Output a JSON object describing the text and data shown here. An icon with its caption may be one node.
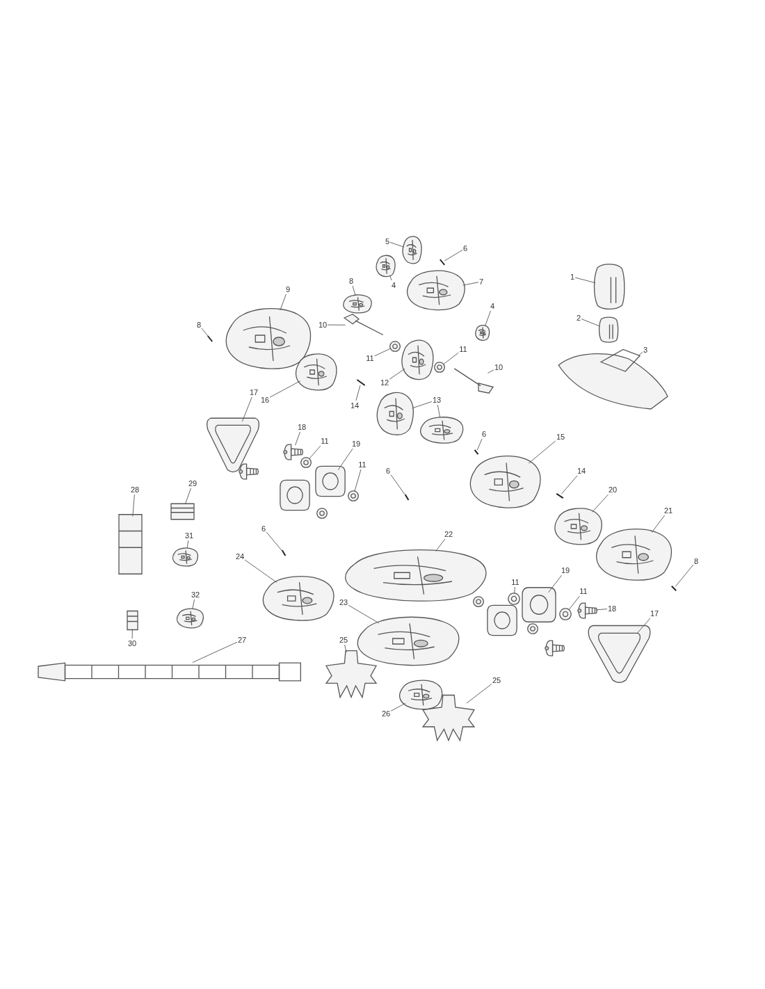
{
  "diagram": {
    "nodes": [
      {
        "text": [
          "5"
        ]
      },
      {
        "text": [],
        "shape": "picture"
      },
      {
        "text": [
          "6"
        ]
      },
      {
        "text": [],
        "shape": "picture"
      },
      {
        "text": [
          "4"
        ]
      },
      {
        "text": [],
        "shape": "picture"
      },
      {
        "text": [
          "8"
        ]
      },
      {
        "text": [],
        "shape": "picture"
      },
      {
        "text": [
          "7"
        ]
      },
      {
        "text": [],
        "shape": "picture"
      },
      {
        "text": [
          "1"
        ]
      },
      {
        "text": [],
        "shape": "picture"
      },
      {
        "text": [
          "9"
        ]
      },
      {
        "text": [],
        "shape": "picture"
      },
      {
        "text": [
          "4"
        ]
      },
      {
        "text": [],
        "shape": "picture"
      },
      {
        "text": [
          "2"
        ]
      },
      {
        "text": [],
        "shape": "picture"
      },
      {
        "text": [
          "3"
        ]
      },
      {
        "text": [],
        "shape": "picture"
      },
      {
        "text": [
          "8"
        ]
      },
      {
        "text": [],
        "shape": "picture"
      },
      {
        "text": [
          "10"
        ]
      },
      {
        "text": [],
        "shape": "picture"
      },
      {
        "text": [
          "11"
        ]
      },
      {
        "text": [],
        "shape": "picture"
      },
      {
        "text": [
          "11"
        ]
      },
      {
        "text": [],
        "shape": "picture"
      },
      {
        "text": [
          "12"
        ]
      },
      {
        "text": [],
        "shape": "picture"
      },
      {
        "text": [
          "10"
        ]
      },
      {
        "text": [],
        "shape": "picture"
      },
      {
        "text": [
          "16"
        ]
      },
      {
        "text": [],
        "shape": "picture"
      },
      {
        "text": [
          "14"
        ]
      },
      {
        "text": [],
        "shape": "picture"
      },
      {
        "text": [
          "13"
        ]
      },
      {
        "text": [],
        "shape": "picture"
      },
      {
        "text": [],
        "shape": "picture"
      },
      {
        "text": [
          "17"
        ]
      },
      {
        "text": [],
        "shape": "picture"
      },
      {
        "text": [
          "6"
        ]
      },
      {
        "text": [],
        "shape": "picture"
      },
      {
        "text": [
          "18"
        ]
      },
      {
        "text": [],
        "shape": "picture"
      },
      {
        "text": [
          "11"
        ]
      },
      {
        "text": [],
        "shape": "picture"
      },
      {
        "text": [
          "19"
        ]
      },
      {
        "text": [],
        "shape": "picture"
      },
      {
        "text": [
          "11"
        ]
      },
      {
        "text": [],
        "shape": "picture"
      },
      {
        "text": [
          "15"
        ]
      },
      {
        "text": [],
        "shape": "picture"
      },
      {
        "text": [
          "14"
        ]
      },
      {
        "text": [],
        "shape": "picture"
      },
      {
        "text": [
          "6"
        ]
      },
      {
        "text": [],
        "shape": "picture"
      },
      {
        "text": [
          "28"
        ]
      },
      {
        "text": [],
        "shape": "picture"
      },
      {
        "text": [
          "29"
        ]
      },
      {
        "text": [],
        "shape": "picture"
      },
      {
        "text": [
          "20"
        ]
      },
      {
        "text": [],
        "shape": "picture"
      },
      {
        "text": [
          "21"
        ]
      },
      {
        "text": [],
        "shape": "picture"
      },
      {
        "text": [
          "22"
        ]
      },
      {
        "text": [],
        "shape": "picture"
      },
      {
        "text": [
          "31"
        ]
      },
      {
        "text": [],
        "shape": "picture"
      },
      {
        "text": [
          "6"
        ]
      },
      {
        "text": [],
        "shape": "picture"
      },
      {
        "text": [
          "24"
        ]
      },
      {
        "text": [],
        "shape": "picture"
      },
      {
        "text": [
          "8"
        ]
      },
      {
        "text": [],
        "shape": "picture"
      },
      {
        "text": [
          "11"
        ]
      },
      {
        "text": [],
        "shape": "picture"
      },
      {
        "text": [
          "19"
        ]
      },
      {
        "text": [],
        "shape": "picture"
      },
      {
        "text": [
          "23"
        ]
      },
      {
        "text": [],
        "shape": "picture"
      },
      {
        "text": [
          "32"
        ]
      },
      {
        "text": [],
        "shape": "picture"
      },
      {
        "text": [
          "30"
        ]
      },
      {
        "text": [],
        "shape": "picture"
      },
      {
        "text": [
          "11"
        ]
      },
      {
        "text": [],
        "shape": "picture"
      },
      {
        "text": [
          "18"
        ]
      },
      {
        "text": [],
        "shape": "picture"
      },
      {
        "text": [
          "17"
        ]
      },
      {
        "text": [],
        "shape": "picture"
      },
      {
        "text": [
          "27"
        ]
      },
      {
        "text": [],
        "shape": "picture"
      },
      {
        "text": [
          "25"
        ]
      },
      {
        "text": [],
        "shape": "picture"
      },
      {
        "text": [
          "25"
        ]
      },
      {
        "text": [],
        "shape": "picture"
      },
      {
        "text": [
          "26"
        ]
      },
      {
        "text": [],
        "shape": "picture"
      },
      {
        "text": [],
        "shape": "picture"
      },
      {
        "text": [],
        "shape": "picture"
      },
      {
        "text": [],
        "shape": "picture"
      },
      {
        "text": [],
        "shape": "picture"
      },
      {
        "text": [],
        "shape": "picture"
      },
      {
        "text": [],
        "shape": "picture"
      },
      {
        "text": [],
        "shape": "picture"
      }
    ],
    "edges": [
      {
        "from": 0,
        "to": 1,
        "arrow": "none"
      },
      {
        "from": 2,
        "to": 3,
        "arrow": "none"
      },
      {
        "from": 4,
        "to": 5,
        "arrow": "none"
      },
      {
        "from": 6,
        "to": 7,
        "arrow": "none"
      },
      {
        "from": 8,
        "to": 9,
        "arrow": "none"
      },
      {
        "from": 10,
        "to": 11,
        "arrow": "none"
      },
      {
        "from": 12,
        "to": 13,
        "arrow": "none"
      },
      {
        "from": 14,
        "to": 15,
        "arrow": "none"
      },
      {
        "from": 16,
        "to": 17,
        "arrow": "none"
      },
      {
        "from": 18,
        "to": 19,
        "arrow": "none"
      },
      {
        "from": 20,
        "to": 21,
        "arrow": "none"
      },
      {
        "from": 22,
        "to": 23,
        "arrow": "none"
      },
      {
        "from": 24,
        "to": 25,
        "arrow": "none"
      },
      {
        "from": 26,
        "to": 27,
        "arrow": "none"
      },
      {
        "from": 28,
        "to": 29,
        "arrow": "none"
      },
      {
        "from": 30,
        "to": 31,
        "arrow": "none"
      },
      {
        "from": 32,
        "to": 33,
        "arrow": "none"
      },
      {
        "from": 34,
        "to": 35,
        "arrow": "none"
      },
      {
        "from": 36,
        "to": 37,
        "arrow": "none"
      },
      {
        "from": 36,
        "to": 38,
        "arrow": "none"
      },
      {
        "from": 39,
        "to": 40,
        "arrow": "none"
      },
      {
        "from": 41,
        "to": 42,
        "arrow": "none"
      },
      {
        "from": 43,
        "to": 44,
        "arrow": "none"
      },
      {
        "from": 45,
        "to": 46,
        "arrow": "none"
      },
      {
        "from": 47,
        "to": 48,
        "arrow": "none"
      },
      {
        "from": 49,
        "to": 50,
        "arrow": "none"
      },
      {
        "from": 51,
        "to": 52,
        "arrow": "none"
      },
      {
        "from": 53,
        "to": 54,
        "arrow": "none"
      },
      {
        "from": 55,
        "to": 56,
        "arrow": "none"
      },
      {
        "from": 57,
        "to": 58,
        "arrow": "none"
      },
      {
        "from": 59,
        "to": 60,
        "arrow": "none"
      },
      {
        "from": 61,
        "to": 62,
        "arrow": "none"
      },
      {
        "from": 63,
        "to": 64,
        "arrow": "none"
      },
      {
        "from": 65,
        "to": 66,
        "arrow": "none"
      },
      {
        "from": 67,
        "to": 68,
        "arrow": "none"
      },
      {
        "from": 69,
        "to": 70,
        "arrow": "none"
      },
      {
        "from": 71,
        "to": 72,
        "arrow": "none"
      },
      {
        "from": 73,
        "to": 74,
        "arrow": "none"
      },
      {
        "from": 75,
        "to": 76,
        "arrow": "none"
      },
      {
        "from": 77,
        "to": 78,
        "arrow": "none"
      },
      {
        "from": 79,
        "to": 80,
        "arrow": "none"
      },
      {
        "from": 81,
        "to": 82,
        "arrow": "none"
      },
      {
        "from": 83,
        "to": 84,
        "arrow": "none"
      },
      {
        "from": 85,
        "to": 86,
        "arrow": "none"
      },
      {
        "from": 87,
        "to": 88,
        "arrow": "none"
      },
      {
        "from": 89,
        "to": 90,
        "arrow": "none"
      },
      {
        "from": 91,
        "to": 92,
        "arrow": "none"
      },
      {
        "from": 93,
        "to": 94,
        "arrow": "none"
      },
      {
        "from": 95,
        "to": 96,
        "arrow": "none"
      },
      {
        "from": 97,
        "to": 98,
        "arrow": "none"
      }
    ]
  }
}
